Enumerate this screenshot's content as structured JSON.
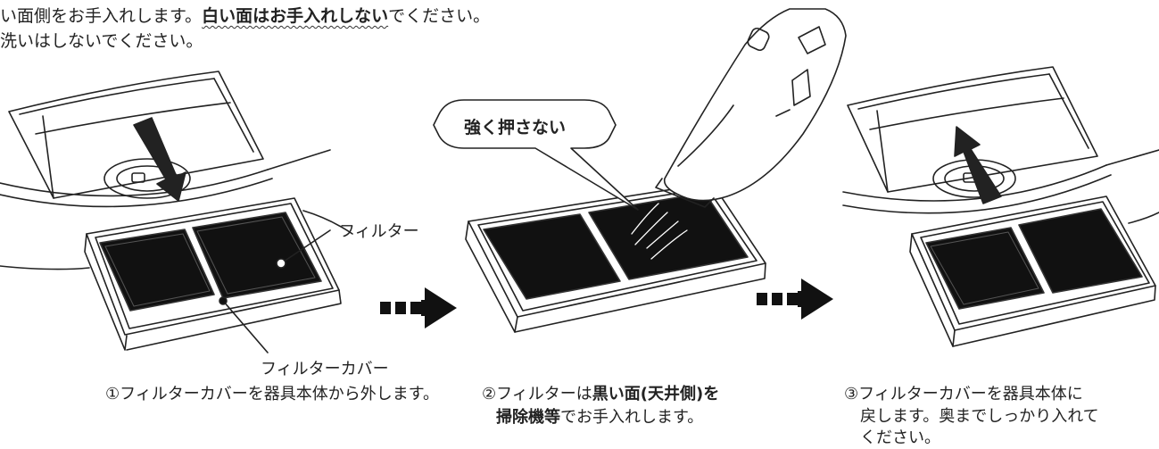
{
  "header": {
    "line1_pre": "い面側をお手入れします。",
    "line1_bold": "白い面はお手入れしない",
    "line1_post": "でください。",
    "line2": "洗いはしないでください。"
  },
  "step1": {
    "filter_label": "フィルター",
    "cover_label": "フィルターカバー",
    "caption": "①フィルターカバーを器具本体から外します。"
  },
  "step2": {
    "bubble": "強く押さない",
    "caption_pre": "②フィルターは",
    "caption_bold1": "黒い面(天井側)を",
    "caption_bold2": "掃除機等",
    "caption_post": "でお手入れします。"
  },
  "step3": {
    "caption_line1": "③フィルターカバーを器具本体に",
    "caption_line2": "戻します。奥までしっかり入れて",
    "caption_line3": "ください。"
  }
}
